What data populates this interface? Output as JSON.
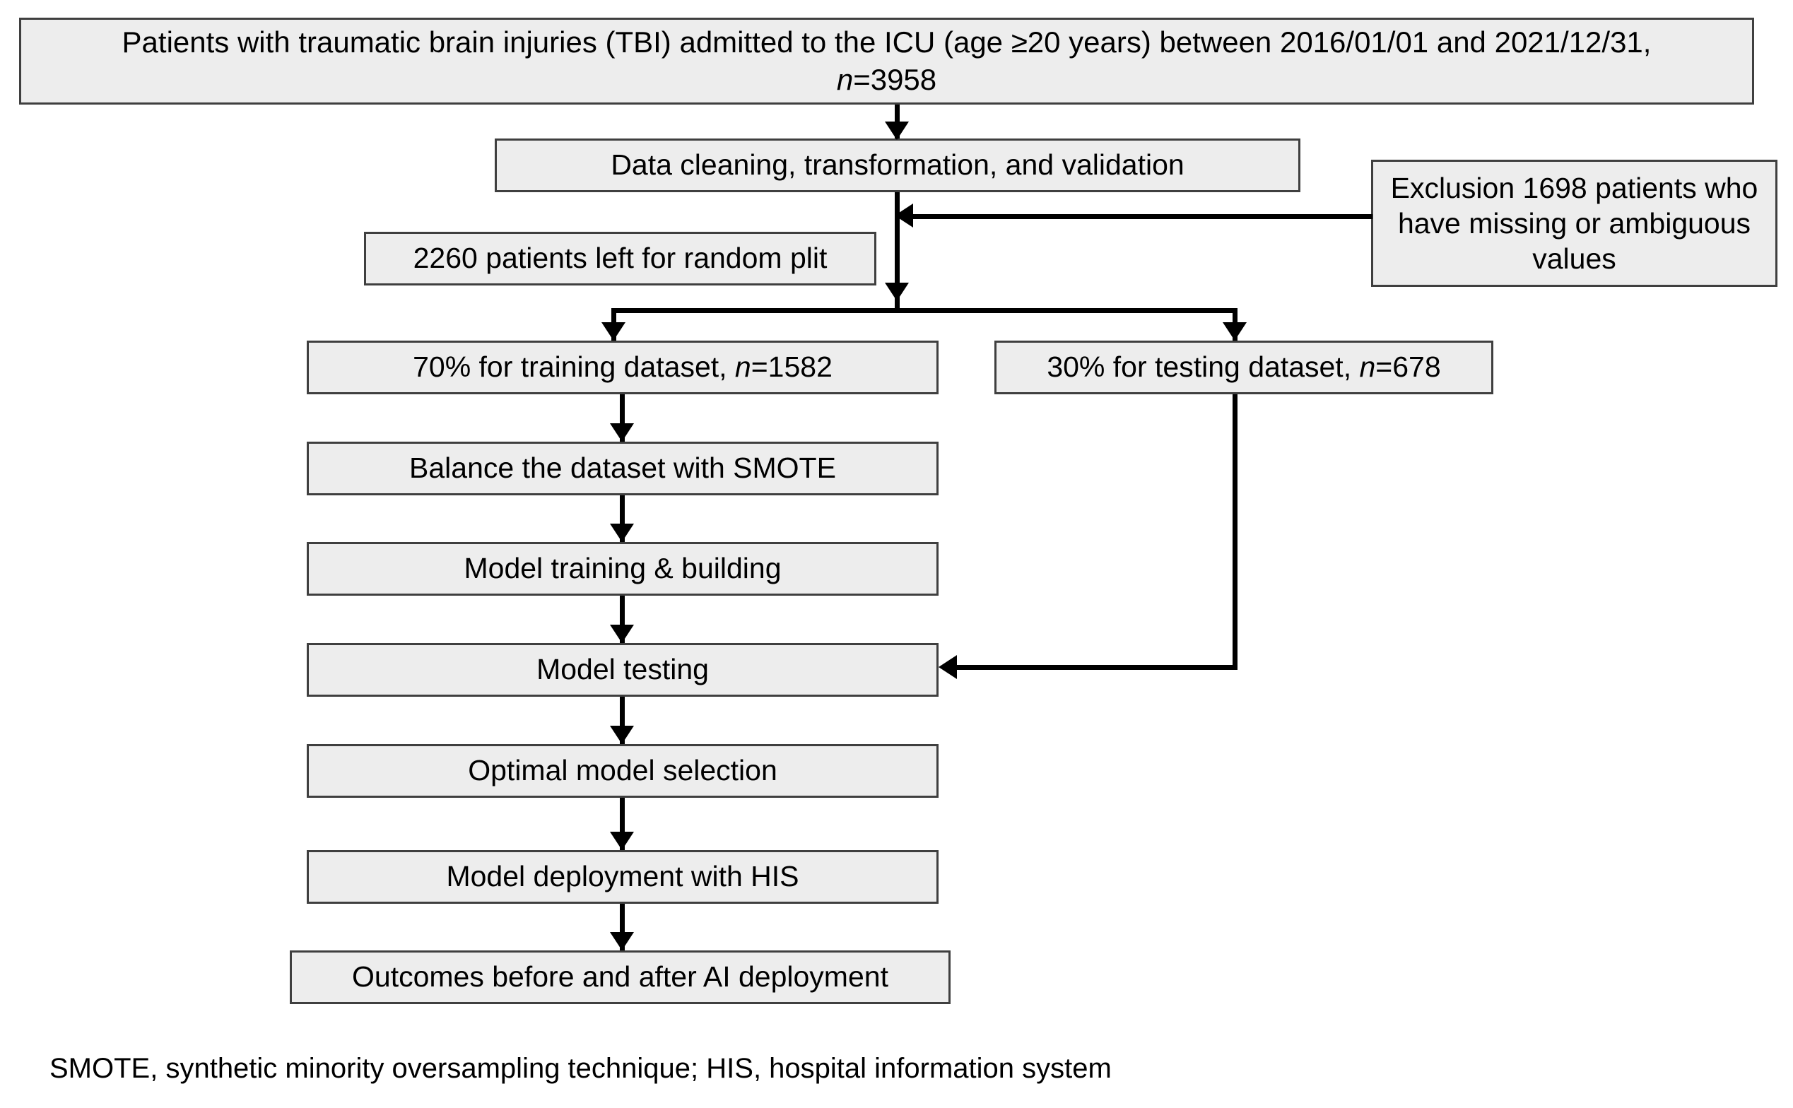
{
  "figure": {
    "type": "flowchart",
    "title": "Study workflow for TBI ICU machine-learning model development",
    "background_color": "#ffffff",
    "node_fill_color": "#ededed",
    "node_border_color": "#3f3f3f",
    "connector_color": "#000000"
  },
  "nodes": {
    "cohort": {
      "line1": "Patients with traumatic brain injuries (TBI)  admitted to the ICU (age ≥20 years)  between 2016/01/01 and 2021/12/31,",
      "line2_prefix": "n",
      "line2_suffix": "=3958",
      "full_text": "Patients with traumatic brain injuries (TBI)  admitted to the ICU (age ≥20 years)  between 2016/01/01 and 2021/12/31, n=3958"
    },
    "data_cleaning": {
      "label": "Data cleaning, transformation, and validation"
    },
    "exclusion": {
      "label": "Exclusion 1698 patients who have missing or ambiguous values"
    },
    "remaining": {
      "label": "2260 patients left for random plit"
    },
    "training_split": {
      "prefix": "70% for training dataset, ",
      "italic": "n",
      "suffix": "=1582",
      "full_text": "70% for training dataset, n=1582"
    },
    "testing_split": {
      "prefix": "30% for testing dataset, ",
      "italic": "n",
      "suffix": "=678",
      "full_text": "30% for testing dataset, n=678"
    },
    "smote": {
      "label": "Balance the dataset with SMOTE"
    },
    "model_training": {
      "label": "Model training & building"
    },
    "model_testing": {
      "label": "Model testing"
    },
    "model_selection": {
      "label": "Optimal model selection"
    },
    "model_deployment": {
      "label": "Model deployment with HIS"
    },
    "outcomes": {
      "label": "Outcomes before and after AI deployment"
    }
  },
  "footnote": {
    "text": "SMOTE, synthetic minority oversampling technique; HIS, hospital information system"
  },
  "edges": [
    {
      "from": "cohort",
      "to": "data_cleaning",
      "style": "arrow-down"
    },
    {
      "from": "data_cleaning",
      "to": "split_junction",
      "style": "arrow-down"
    },
    {
      "from": "exclusion",
      "to": "main_trunk",
      "style": "arrow-left"
    },
    {
      "from": "split_junction",
      "to": "training_split",
      "style": "arrow-down"
    },
    {
      "from": "split_junction",
      "to": "testing_split",
      "style": "arrow-down"
    },
    {
      "from": "training_split",
      "to": "smote",
      "style": "arrow-down"
    },
    {
      "from": "smote",
      "to": "model_training",
      "style": "arrow-down"
    },
    {
      "from": "model_training",
      "to": "model_testing",
      "style": "arrow-down"
    },
    {
      "from": "testing_split",
      "to": "model_testing",
      "style": "arrow-left"
    },
    {
      "from": "model_testing",
      "to": "model_selection",
      "style": "arrow-down"
    },
    {
      "from": "model_selection",
      "to": "model_deployment",
      "style": "arrow-down"
    },
    {
      "from": "model_deployment",
      "to": "outcomes",
      "style": "arrow-down"
    }
  ]
}
